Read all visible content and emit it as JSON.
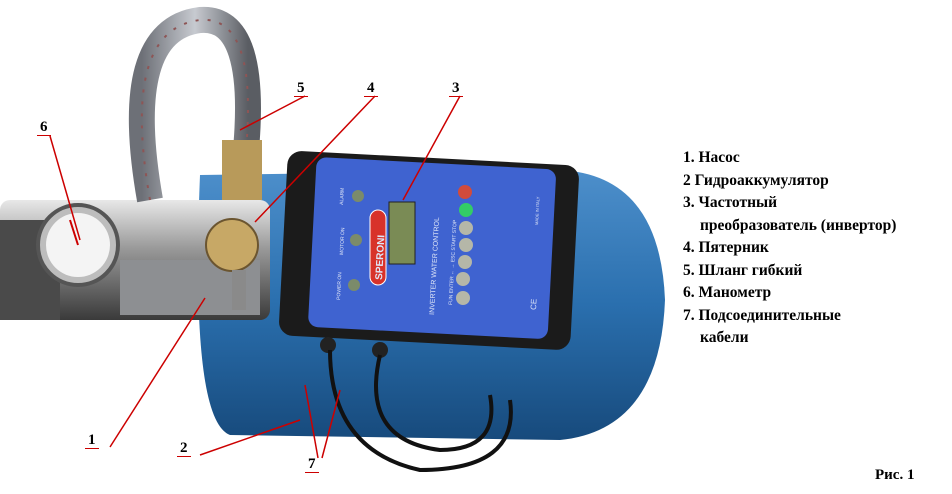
{
  "legend": {
    "items": [
      "1. Насос",
      "2 Гидроаккумулятор",
      "3. Частотный",
      "преобразователь (инвертор)",
      "4. Пятерник",
      "5. Шланг гибкий",
      "6. Манометр",
      "7. Подсоединительные",
      "кабели"
    ]
  },
  "callouts": [
    "1",
    "2",
    "3",
    "4",
    "5",
    "6",
    "7"
  ],
  "figure_caption": "Рис. 1",
  "panel": {
    "brand": "SPERONI",
    "title": "INVERTER WATER CONTROL",
    "alarm": "ALARM",
    "motor_on": "MOTOR ON",
    "power_on": "POWER ON",
    "buttons": "FUN ENTER ← → ESC START STOP",
    "made_in": "MADE IN ITALY",
    "ce": "CE"
  },
  "colors": {
    "leader": "#cc0000",
    "tank": "#2a6fae",
    "panel": "#3f63d0"
  }
}
